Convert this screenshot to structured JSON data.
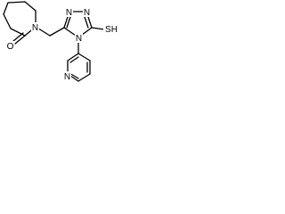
{
  "molecule": {
    "atoms": {
      "oxygen": "O",
      "lactam_nitrogen": "N",
      "triazole_n1": "N",
      "triazole_n2": "N",
      "triazole_n4": "N",
      "pyridine_nitrogen": "N",
      "thiol": "SH"
    },
    "colors": {
      "bond": "#000000",
      "label": "#000000",
      "background": "#ffffff"
    }
  }
}
